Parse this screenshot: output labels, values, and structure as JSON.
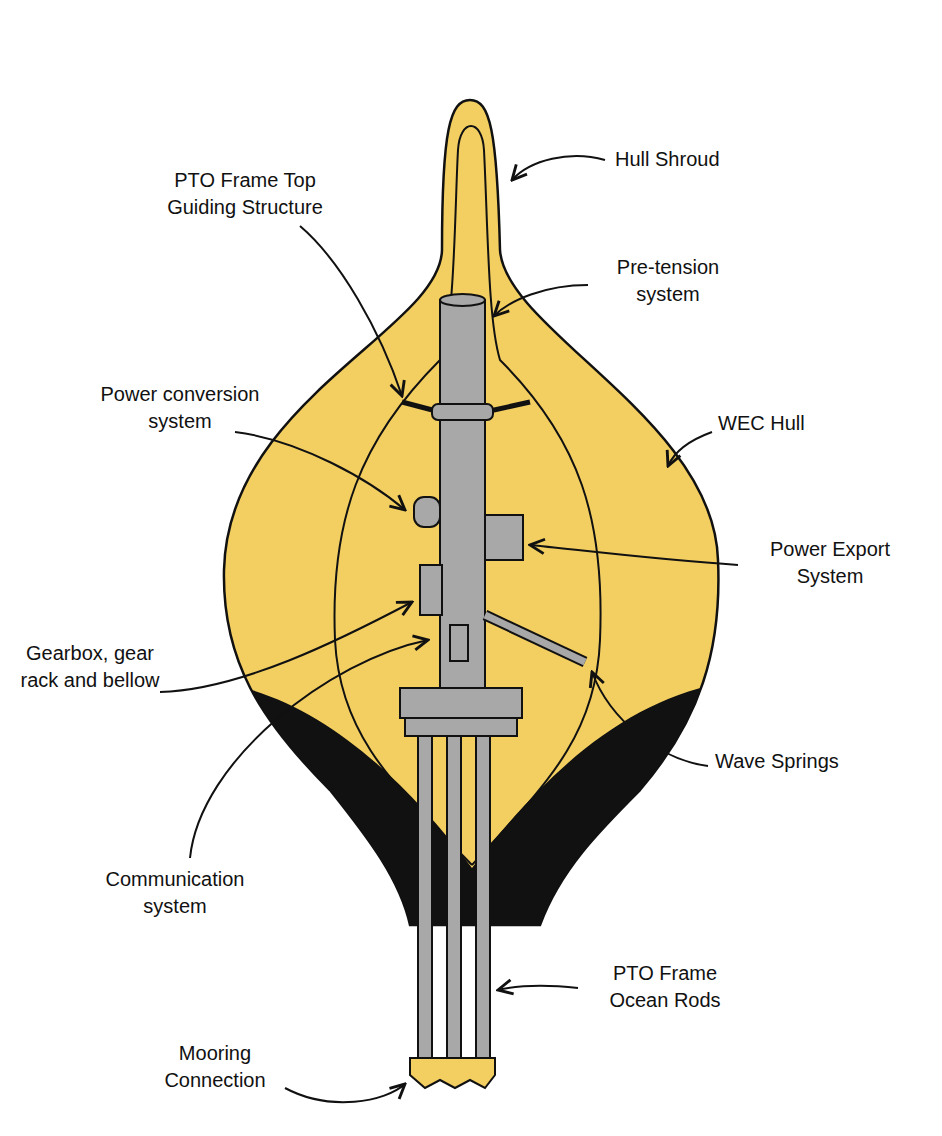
{
  "diagram": {
    "labels": [
      "Hull Shroud",
      "PTO Frame Top Guiding Structure",
      "Pre-tension system",
      "Power conversion system",
      "WEC Hull",
      "Power Export System",
      "Gearbox, gear rack and bellow",
      "Wave Springs",
      "Communication system",
      "PTO Frame Ocean Rods",
      "Mooring Connection"
    ]
  }
}
